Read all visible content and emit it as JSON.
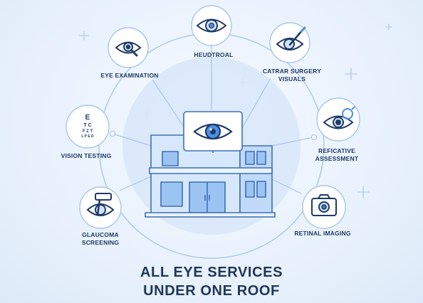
{
  "colors": {
    "ring": "#a9c6ea",
    "circle_fill": "#ffffff",
    "icon_stroke": "#1f3a66",
    "accent_blue": "#4a90e2",
    "light_blue": "#cfe2fa",
    "title": "#1f3559"
  },
  "services": [
    {
      "id": "eye-examination",
      "label": "EYE EXAMINATION",
      "icon": "magnifier-eye-icon"
    },
    {
      "id": "neutral",
      "label": "HEUDTROAL",
      "icon": "eye-icon"
    },
    {
      "id": "cataract-surgery",
      "label": "CATRAR SURGERY\nVISUALS",
      "icon": "surgical-eye-icon"
    },
    {
      "id": "vision-testing",
      "label": "VISION TESTING",
      "icon": "eye-chart-icon"
    },
    {
      "id": "refractive-assessment",
      "label": "REFICATIVE\nASSESSMENT",
      "icon": "refraction-eye-icon"
    },
    {
      "id": "glaucoma-screening",
      "label": "GLAUCOMA\nSCREENING",
      "icon": "tonometer-eye-icon"
    },
    {
      "id": "retinal-imaging",
      "label": "RETINAL IMAGING",
      "icon": "camera-icon"
    }
  ],
  "center": {
    "icon": "clinic-building-icon",
    "sign_icon": "eye-icon"
  },
  "title": {
    "line1": "ALL EYE SERVICES",
    "line2": "UNDER ONE ROOF"
  }
}
